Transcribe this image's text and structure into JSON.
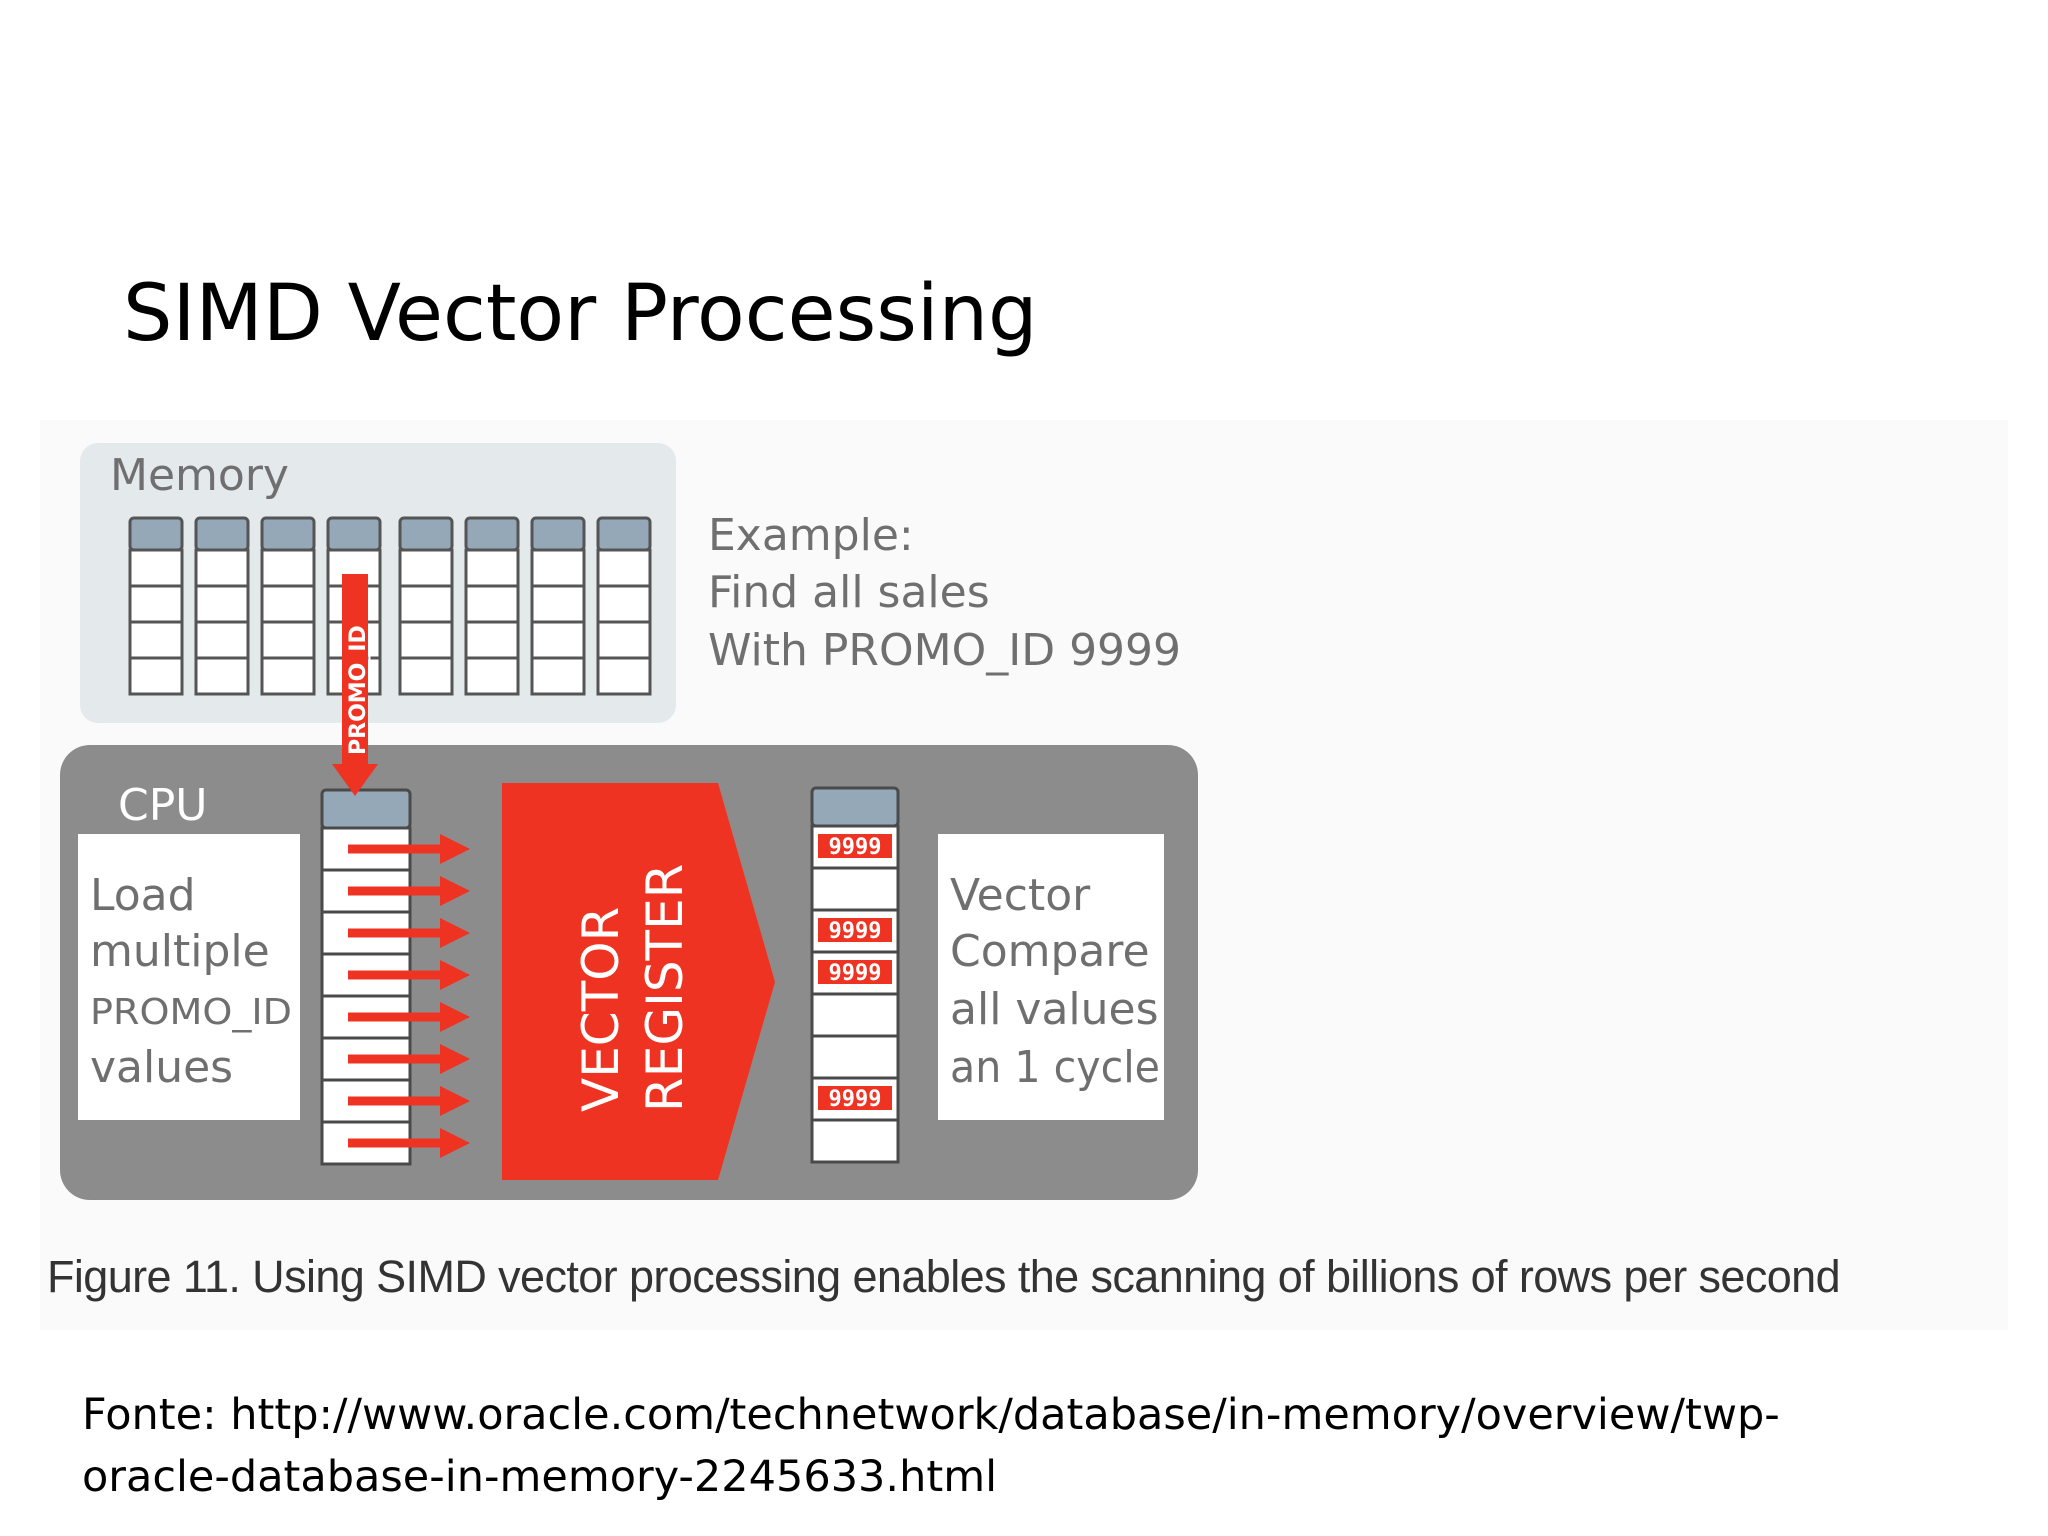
{
  "title": "SIMD Vector Processing",
  "diagram": {
    "memory_label": "Memory",
    "column_label": "PROMO_ID",
    "example_lines": [
      "Example:",
      "Find all sales",
      "With PROMO_ID 9999"
    ],
    "cpu_label": "CPU",
    "load_lines": [
      "Load",
      "multiple",
      "PROMO_ID",
      "values"
    ],
    "register_lines": [
      "VECTOR",
      "REGISTER"
    ],
    "compare_lines": [
      "Vector",
      "Compare",
      "all values",
      "an 1 cycle"
    ],
    "match_value": "9999",
    "result_rows": [
      "9999",
      "",
      "9999",
      "9999",
      "",
      "",
      "9999",
      ""
    ],
    "colors": {
      "accent": "#ee3322",
      "memory_bg": "#e4e9ec",
      "cpu_bg": "#8c8c8c",
      "column_header": "#95a8b8",
      "cell_stroke": "#555555"
    }
  },
  "caption": "Figure 11. Using SIMD vector processing enables the scanning of billions of rows per second",
  "source_lines": [
    "Fonte: http://www.oracle.com/technetwork/database/in-memory/overview/twp-",
    "oracle-database-in-memory-2245633.html"
  ]
}
